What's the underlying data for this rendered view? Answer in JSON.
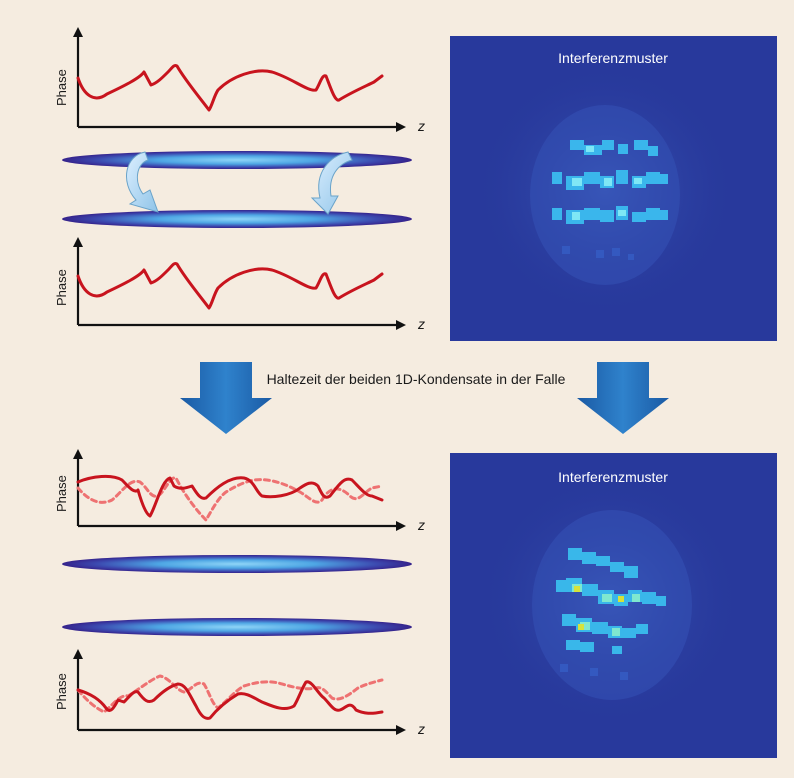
{
  "labels": {
    "phase": "Phase",
    "z_axis": "z",
    "pattern_title": "Interferenzmuster",
    "caption": "Haltezeit der beiden 1D-Kondensate in der Falle"
  },
  "colors": {
    "background": "#f5ece0",
    "phase_line": "#c8141e",
    "phase_line_dashed": "#ee7272",
    "arrow_blue": "#1e6ab4",
    "condensate_outer": "#3b2c93",
    "condensate_inner": "#5fb6ec",
    "swap_arrow": "#b3dcf3",
    "pattern_background": "#27389a",
    "pattern_fringe": "#3fd6ff",
    "pattern_highlight": "#d6e23a"
  },
  "icons": {
    "down_arrow": "down-arrow-icon",
    "swap_arrow": "curved-arrow-icon"
  }
}
